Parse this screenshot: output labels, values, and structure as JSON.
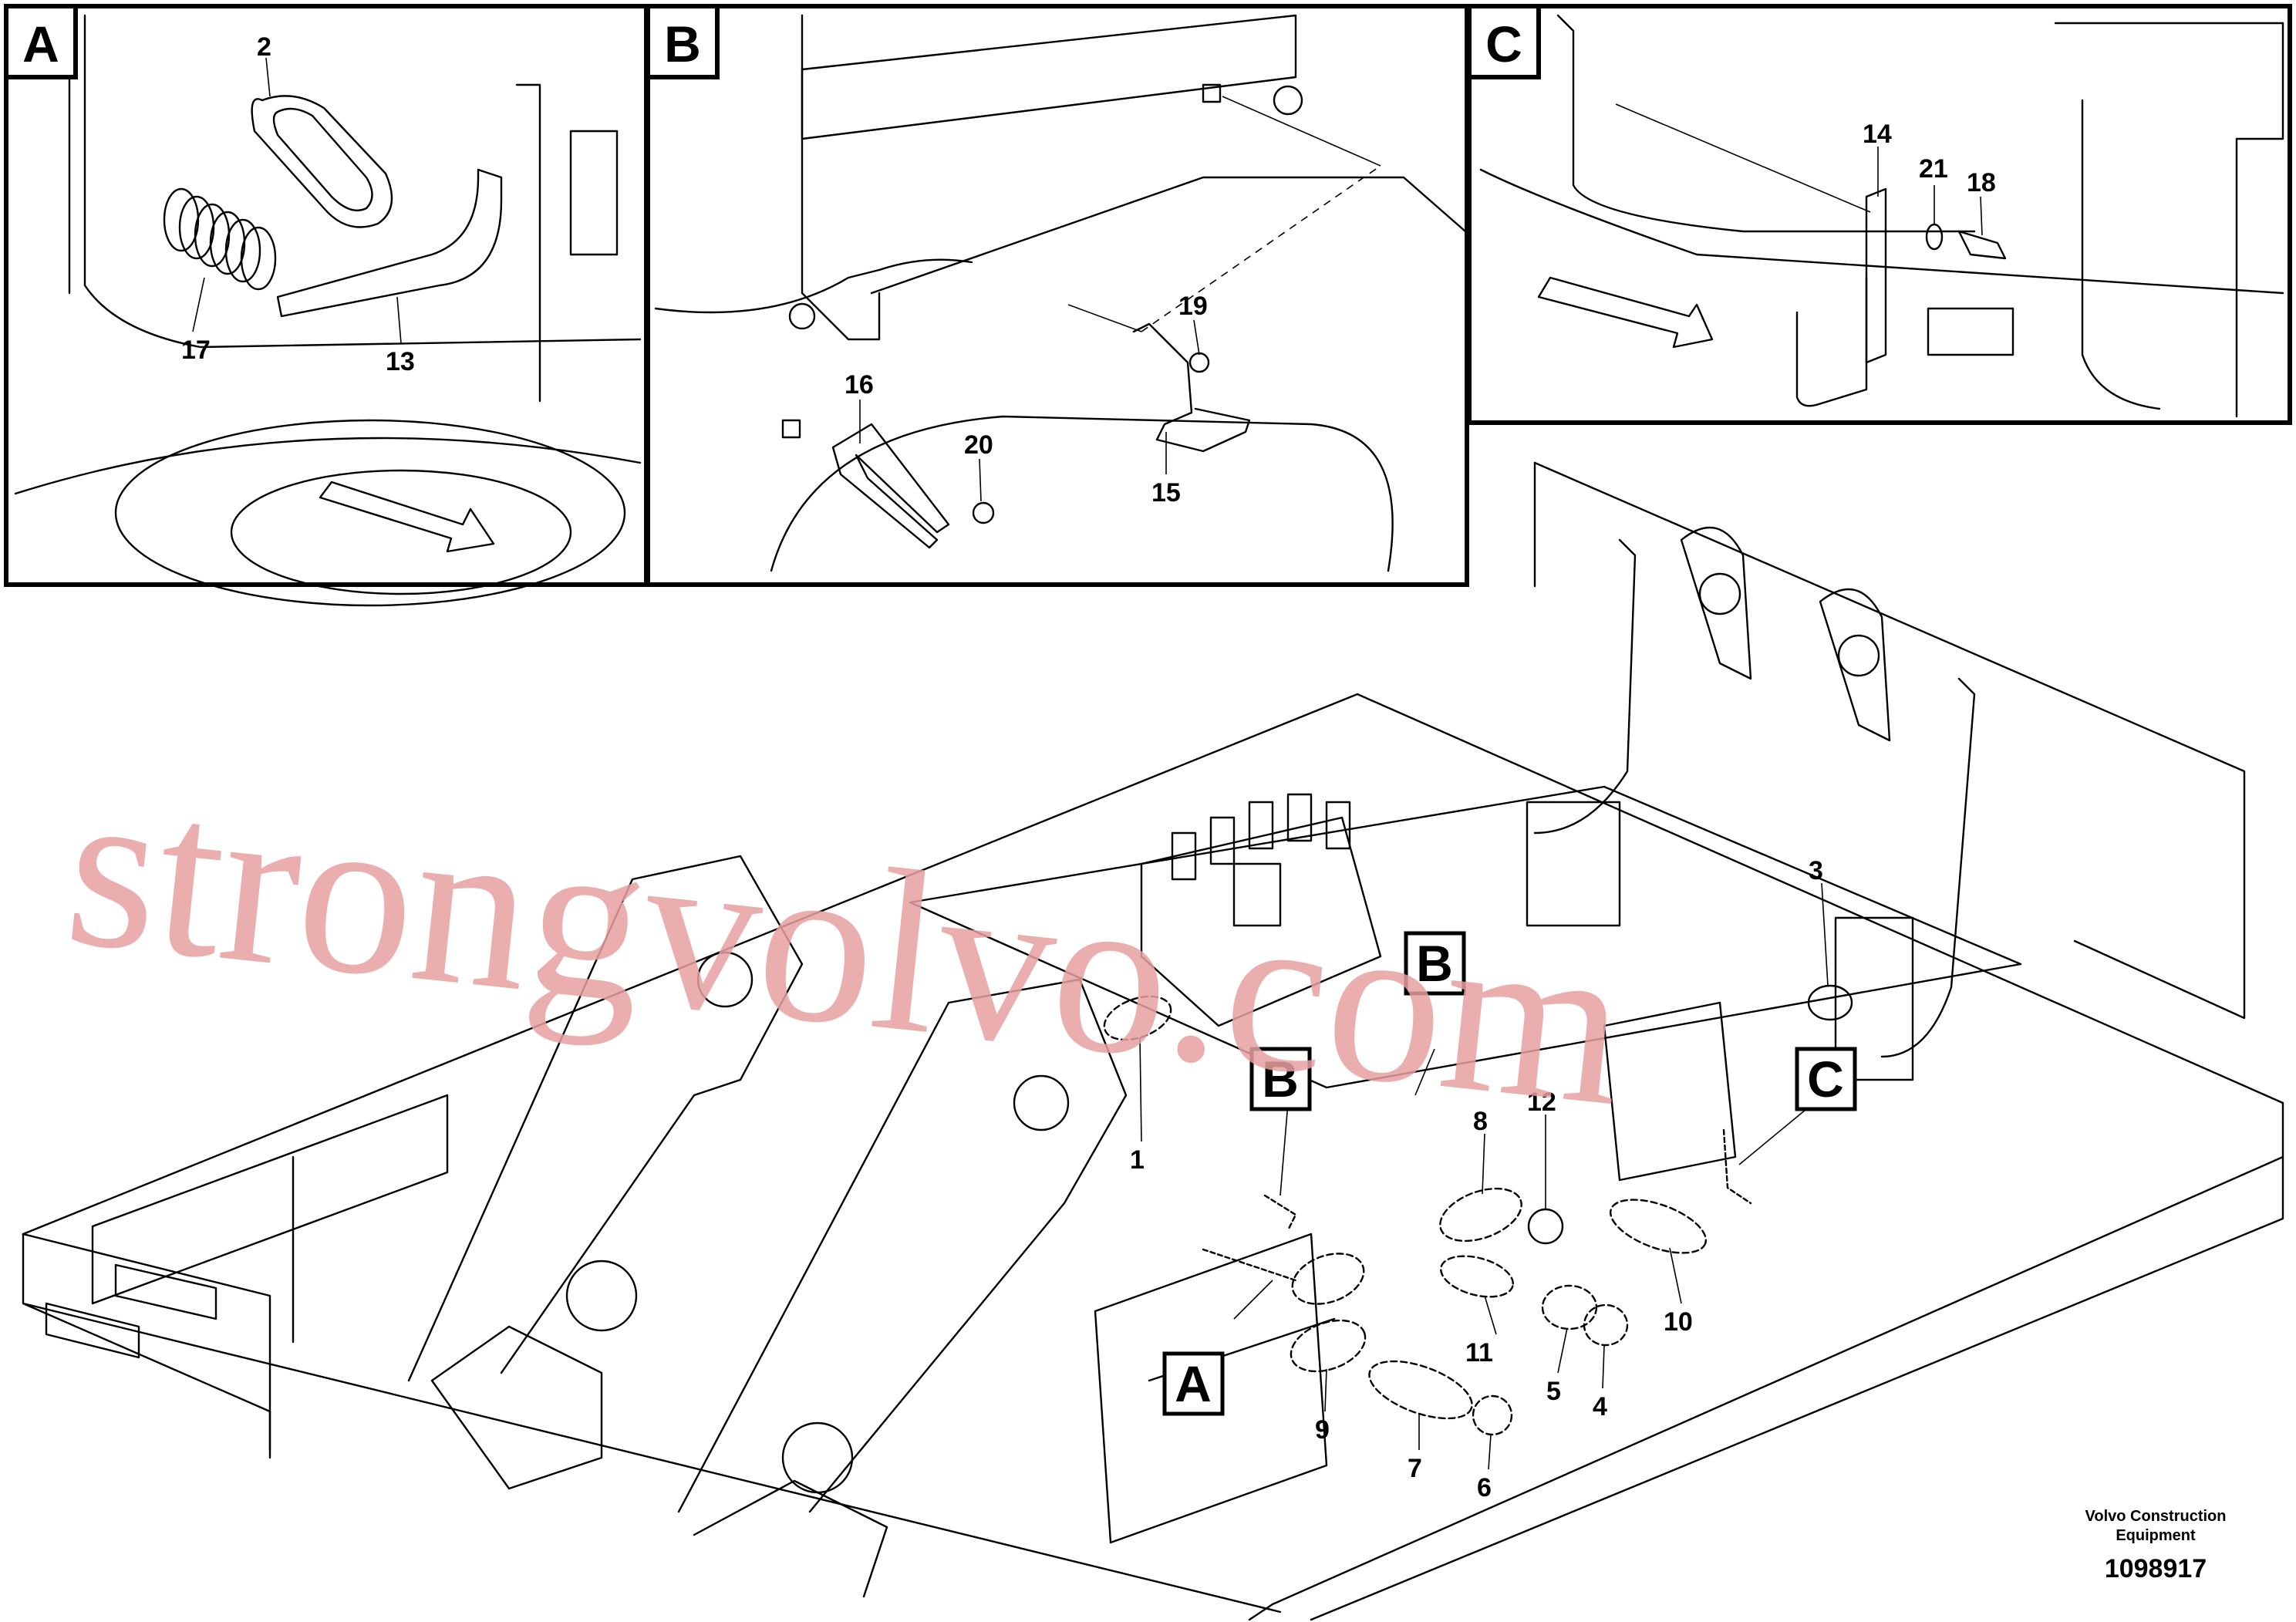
{
  "detail_views": [
    {
      "letter": "A",
      "labels": [
        "2",
        "17",
        "13"
      ]
    },
    {
      "letter": "B",
      "labels": [
        "16",
        "19",
        "20",
        "15"
      ]
    },
    {
      "letter": "C",
      "labels": [
        "14",
        "21",
        "18"
      ]
    }
  ],
  "main_callouts": {
    "letters": [
      "B",
      "B",
      "C",
      "A"
    ],
    "numbers": [
      "1",
      "3",
      "8",
      "12",
      "10",
      "11",
      "5",
      "4",
      "9",
      "7",
      "6"
    ]
  },
  "watermark": "strongvolvo.com",
  "footer": {
    "company_line1": "Volvo Construction",
    "company_line2": "Equipment",
    "doc_number": "1098917"
  }
}
